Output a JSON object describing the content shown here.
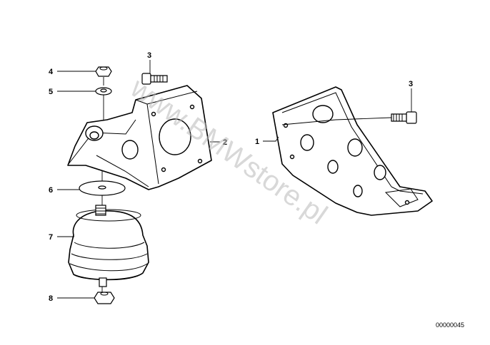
{
  "callouts": {
    "c1": "1",
    "c2": "2",
    "c3a": "3",
    "c3b": "3",
    "c4": "4",
    "c5": "5",
    "c6": "6",
    "c7": "7",
    "c8": "8"
  },
  "reference_number": "00000045",
  "watermark": "www.BMWstore.pl"
}
